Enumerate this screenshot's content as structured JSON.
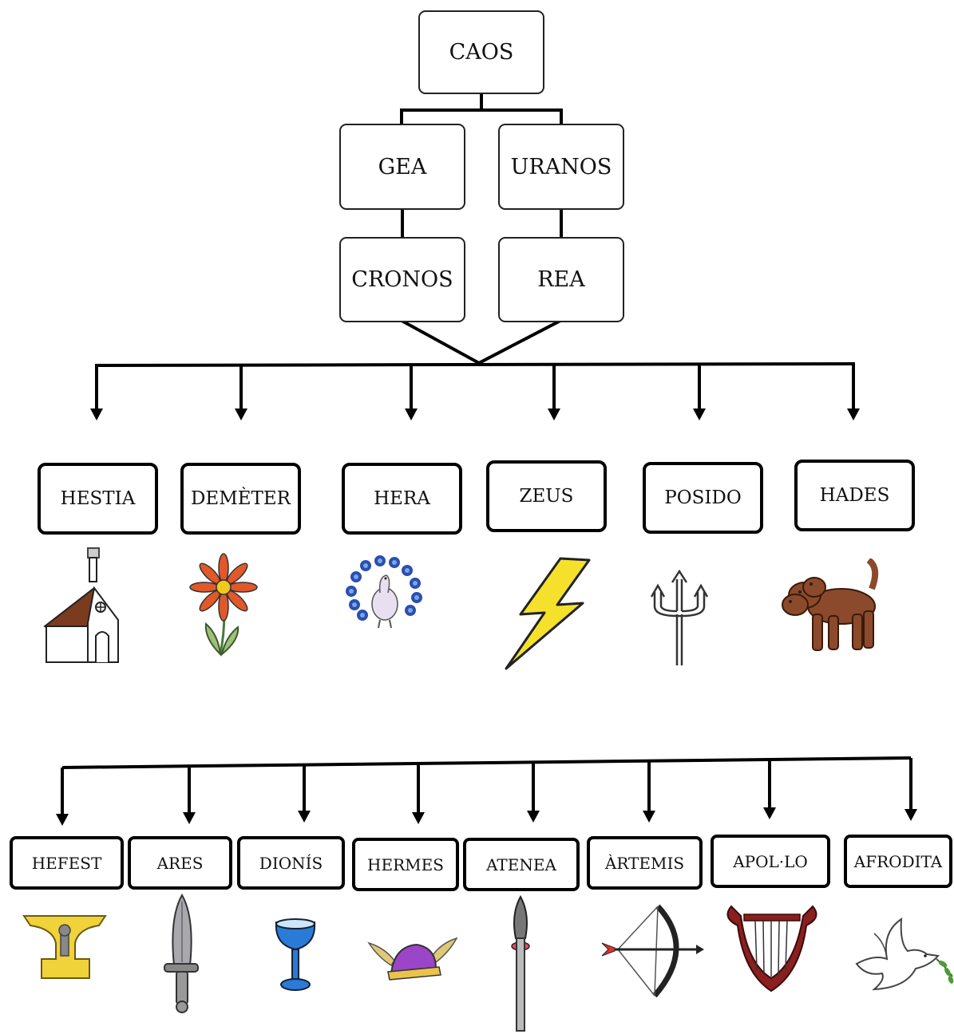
{
  "top": {
    "caos": "CAOS",
    "gea": "GEA",
    "uranos": "URANOS",
    "cronos": "CRONOS",
    "rea": "REA"
  },
  "children": [
    {
      "label": "HESTIA",
      "icon": "house-icon"
    },
    {
      "label": "DEMÈTER",
      "icon": "flower-icon"
    },
    {
      "label": "HERA",
      "icon": "peacock-icon"
    },
    {
      "label": "ZEUS",
      "icon": "lightning-icon"
    },
    {
      "label": "POSIDO",
      "icon": "trident-icon"
    },
    {
      "label": "HADES",
      "icon": "three-headed-dog-icon"
    }
  ],
  "olympians": [
    {
      "label": "HEFEST",
      "icon": "anvil-icon"
    },
    {
      "label": "ARES",
      "icon": "sword-icon"
    },
    {
      "label": "DIONÍS",
      "icon": "goblet-icon"
    },
    {
      "label": "HERMES",
      "icon": "winged-helmet-icon"
    },
    {
      "label": "ATENEA",
      "icon": "spear-icon"
    },
    {
      "label": "ÀRTEMIS",
      "icon": "bow-arrow-icon"
    },
    {
      "label": "APOL·LO",
      "icon": "lyre-icon"
    },
    {
      "label": "AFRODITA",
      "icon": "dove-icon"
    }
  ]
}
